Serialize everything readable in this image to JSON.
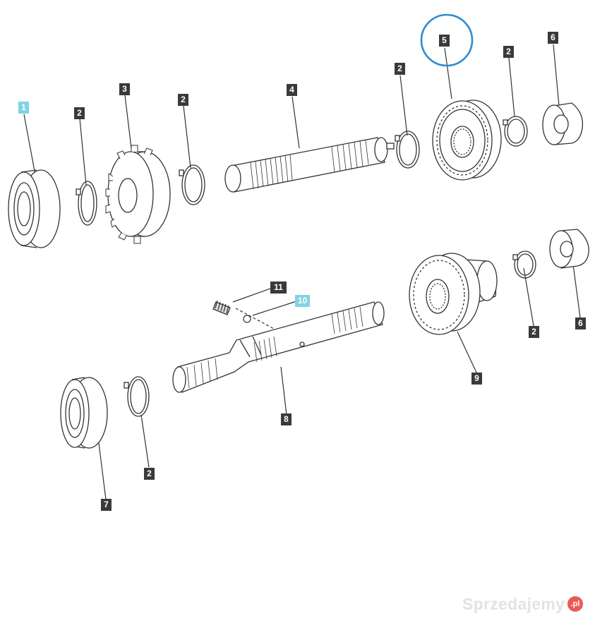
{
  "callouts": [
    {
      "id": "callout-1",
      "label": "1",
      "highlighted": true
    },
    {
      "id": "callout-2a",
      "label": "2",
      "highlighted": false
    },
    {
      "id": "callout-3",
      "label": "3",
      "highlighted": false
    },
    {
      "id": "callout-2b",
      "label": "2",
      "highlighted": false
    },
    {
      "id": "callout-4",
      "label": "4",
      "highlighted": false
    },
    {
      "id": "callout-2c",
      "label": "2",
      "highlighted": false
    },
    {
      "id": "callout-5",
      "label": "5",
      "highlighted": false
    },
    {
      "id": "callout-2d",
      "label": "2",
      "highlighted": false
    },
    {
      "id": "callout-6a",
      "label": "6",
      "highlighted": false
    },
    {
      "id": "callout-11",
      "label": "11",
      "highlighted": false
    },
    {
      "id": "callout-10",
      "label": "10",
      "highlighted": true
    },
    {
      "id": "callout-2e",
      "label": "2",
      "highlighted": false
    },
    {
      "id": "callout-6b",
      "label": "6",
      "highlighted": false
    },
    {
      "id": "callout-9",
      "label": "9",
      "highlighted": false
    },
    {
      "id": "callout-8",
      "label": "8",
      "highlighted": false
    },
    {
      "id": "callout-2f",
      "label": "2",
      "highlighted": false
    },
    {
      "id": "callout-7",
      "label": "7",
      "highlighted": false
    }
  ],
  "watermark": {
    "text": "Sprzedajemy",
    "badge": ".pl"
  },
  "colors": {
    "line": "#333333",
    "tag_dark": "#3a3a3a",
    "tag_cyan": "#7fd3e6",
    "circle": "#2e8bd0",
    "watermark": "#e3e3e3",
    "badge": "#ea5a55"
  }
}
